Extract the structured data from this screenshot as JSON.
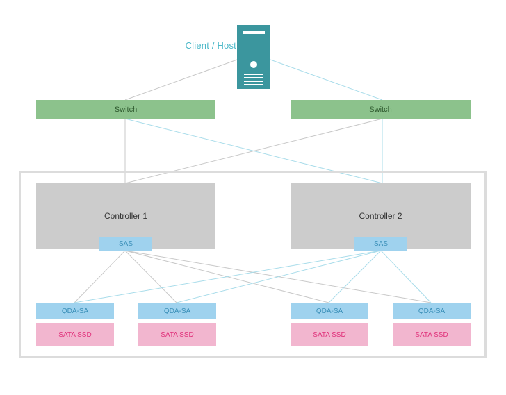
{
  "host": {
    "label": "Client / Host",
    "icon": "server-icon"
  },
  "switches": [
    {
      "label": "Switch"
    },
    {
      "label": "Switch"
    }
  ],
  "controllers": [
    {
      "label": "Controller 1",
      "port": "SAS"
    },
    {
      "label": "Controller 2",
      "port": "SAS"
    }
  ],
  "drives": [
    {
      "adapter": "QDA-SA",
      "disk": "SATA SSD"
    },
    {
      "adapter": "QDA-SA",
      "disk": "SATA SSD"
    },
    {
      "adapter": "QDA-SA",
      "disk": "SATA SSD"
    },
    {
      "adapter": "QDA-SA",
      "disk": "SATA SSD"
    }
  ],
  "colors": {
    "host_accent": "#3b969e",
    "switch": "#8cc28c",
    "controller": "#cccccc",
    "sas_adapter": "#9fd2ee",
    "ssd": "#f2b6cf",
    "ssd_text": "#e0307a",
    "wire_gray": "#c8c8c8",
    "wire_blue": "#a8dcea"
  }
}
